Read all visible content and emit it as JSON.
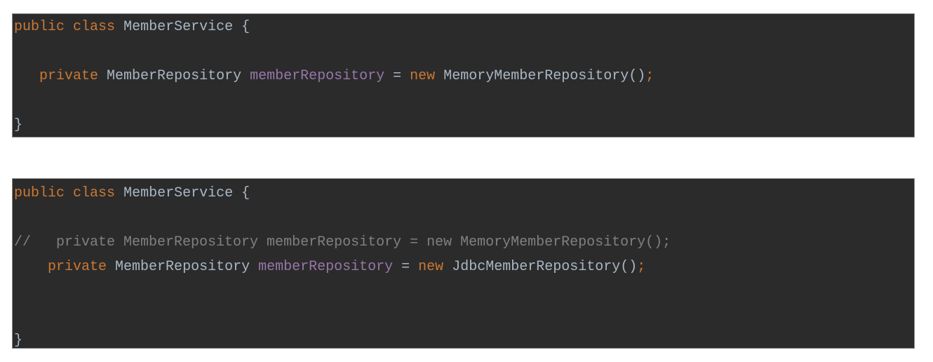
{
  "page": {
    "background_color": "#ffffff",
    "editor_background": "#2B2B2B",
    "border_color": "#8a8a8a"
  },
  "theme": {
    "keyword_color": "#CC7832",
    "identifier_color": "#A9B7C6",
    "field_color": "#9876AA",
    "comment_color": "#808080",
    "semicolon_color": "#CC7832"
  },
  "blocks": [
    {
      "id": "code-block-1",
      "language": "java",
      "lines": [
        {
          "index": 1,
          "text": "public class MemberService {",
          "tokens": [
            {
              "t": "public",
              "c": "kw"
            },
            {
              "t": " ",
              "c": "plain"
            },
            {
              "t": "class",
              "c": "kw"
            },
            {
              "t": " ",
              "c": "plain"
            },
            {
              "t": "MemberService",
              "c": "type"
            },
            {
              "t": " ",
              "c": "plain"
            },
            {
              "t": "{",
              "c": "punct"
            }
          ]
        },
        {
          "index": 2,
          "text": "",
          "tokens": []
        },
        {
          "index": 3,
          "text": "   private MemberRepository memberRepository = new MemoryMemberRepository();",
          "tokens": [
            {
              "t": "   ",
              "c": "plain"
            },
            {
              "t": "private",
              "c": "kw"
            },
            {
              "t": " ",
              "c": "plain"
            },
            {
              "t": "MemberRepository",
              "c": "type"
            },
            {
              "t": " ",
              "c": "plain"
            },
            {
              "t": "memberRepository",
              "c": "field"
            },
            {
              "t": " ",
              "c": "plain"
            },
            {
              "t": "=",
              "c": "op"
            },
            {
              "t": " ",
              "c": "plain"
            },
            {
              "t": "new",
              "c": "kw"
            },
            {
              "t": " ",
              "c": "plain"
            },
            {
              "t": "MemoryMemberRepository()",
              "c": "type"
            },
            {
              "t": ";",
              "c": "semi"
            }
          ]
        },
        {
          "index": 4,
          "text": "",
          "tokens": []
        },
        {
          "index": 5,
          "text": "}",
          "tokens": [
            {
              "t": "}",
              "c": "punct"
            }
          ]
        }
      ]
    },
    {
      "id": "code-block-2",
      "language": "java",
      "lines": [
        {
          "index": 1,
          "text": "public class MemberService {",
          "tokens": [
            {
              "t": "public",
              "c": "kw"
            },
            {
              "t": " ",
              "c": "plain"
            },
            {
              "t": "class",
              "c": "kw"
            },
            {
              "t": " ",
              "c": "plain"
            },
            {
              "t": "MemberService",
              "c": "type"
            },
            {
              "t": " ",
              "c": "plain"
            },
            {
              "t": "{",
              "c": "punct"
            }
          ]
        },
        {
          "index": 2,
          "text": "",
          "tokens": []
        },
        {
          "index": 3,
          "text": "//   private MemberRepository memberRepository = new MemoryMemberRepository();",
          "tokens": [
            {
              "t": "//   private MemberRepository memberRepository = new MemoryMemberRepository();",
              "c": "comment"
            }
          ]
        },
        {
          "index": 4,
          "text": "    private MemberRepository memberRepository = new JdbcMemberRepository();",
          "tokens": [
            {
              "t": "    ",
              "c": "plain"
            },
            {
              "t": "private",
              "c": "kw"
            },
            {
              "t": " ",
              "c": "plain"
            },
            {
              "t": "MemberRepository",
              "c": "type"
            },
            {
              "t": " ",
              "c": "plain"
            },
            {
              "t": "memberRepository",
              "c": "field"
            },
            {
              "t": " ",
              "c": "plain"
            },
            {
              "t": "=",
              "c": "op"
            },
            {
              "t": " ",
              "c": "plain"
            },
            {
              "t": "new",
              "c": "kw"
            },
            {
              "t": " ",
              "c": "plain"
            },
            {
              "t": "JdbcMemberRepository()",
              "c": "type"
            },
            {
              "t": ";",
              "c": "semi"
            }
          ]
        },
        {
          "index": 5,
          "text": "",
          "tokens": []
        },
        {
          "index": 6,
          "text": "",
          "tokens": []
        },
        {
          "index": 7,
          "text": "}",
          "tokens": [
            {
              "t": "}",
              "c": "punct"
            }
          ]
        }
      ]
    }
  ]
}
